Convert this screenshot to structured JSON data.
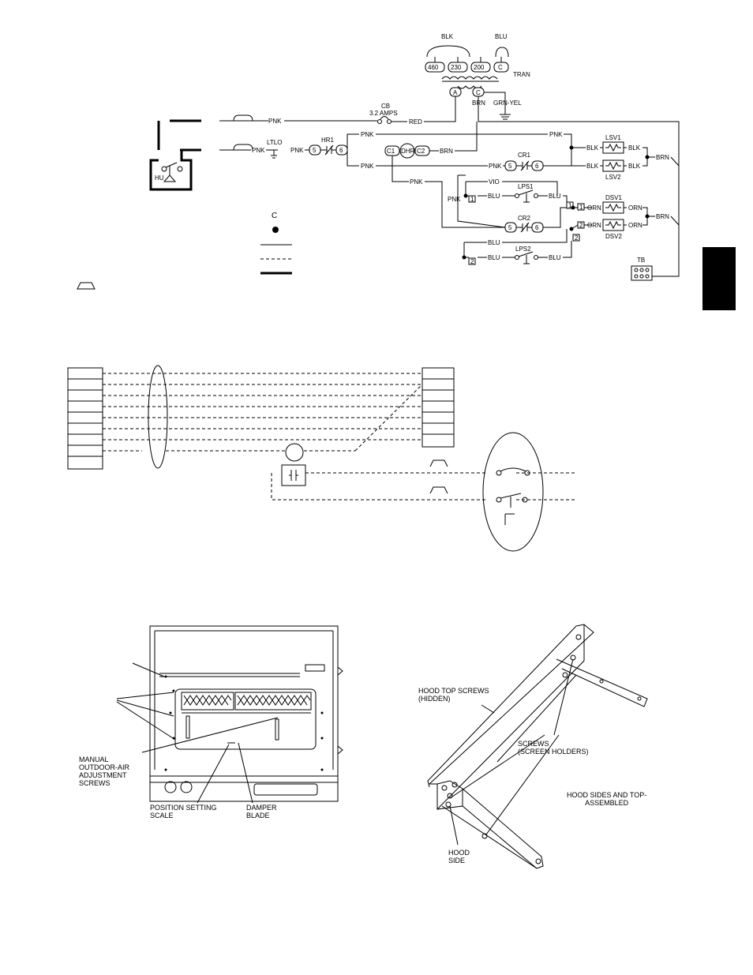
{
  "wiring": {
    "transformer": {
      "lead_blk": "BLK",
      "lead_blu": "BLU",
      "taps": [
        "460",
        "230",
        "200",
        "C"
      ],
      "name": "TRAN",
      "sec_a": "A",
      "sec_c": "C",
      "brn": "BRN",
      "grn_yel": "GRN-YEL"
    },
    "cb": {
      "name": "CB",
      "rating": "3.2 AMPS"
    },
    "wire": {
      "pnk": "PNK",
      "red": "RED",
      "brn": "BRN",
      "blk": "BLK",
      "blu": "BLU",
      "orn": "ORN",
      "vio": "VIO"
    },
    "components": {
      "ltlo": "LTLO",
      "hr1": "HR1",
      "c1": "C1",
      "dhr": "DHR",
      "c2": "C2",
      "cr1": "CR1",
      "cr2": "CR2",
      "lps1": "LPS1",
      "lps2": "LPS2",
      "lsv1": "LSV1",
      "lsv2": "LSV2",
      "dsv1": "DSV1",
      "dsv2": "DSV2",
      "tb": "TB",
      "hu": "HU"
    },
    "terminals": {
      "t5": "5",
      "t6": "6",
      "t1": "1",
      "t2": "2"
    },
    "legend_c": "C"
  },
  "figure": {
    "left_labels": {
      "manual_screws": [
        "MANUAL",
        "OUTDOOR-AIR",
        "ADJUSTMENT",
        "SCREWS"
      ],
      "position_scale": [
        "POSITION SETTING",
        "SCALE"
      ],
      "damper_blade": [
        "DAMPER",
        "BLADE"
      ]
    },
    "right_labels": {
      "hood_top_screws": [
        "HOOD TOP SCREWS",
        "(HIDDEN)"
      ],
      "screen_screws": [
        "SCREWS",
        "(SCREEN HOLDERS)"
      ],
      "assembled": [
        "HOOD SIDES AND TOP-",
        "ASSEMBLED"
      ],
      "hood_side": [
        "HOOD",
        "SIDE"
      ]
    }
  }
}
